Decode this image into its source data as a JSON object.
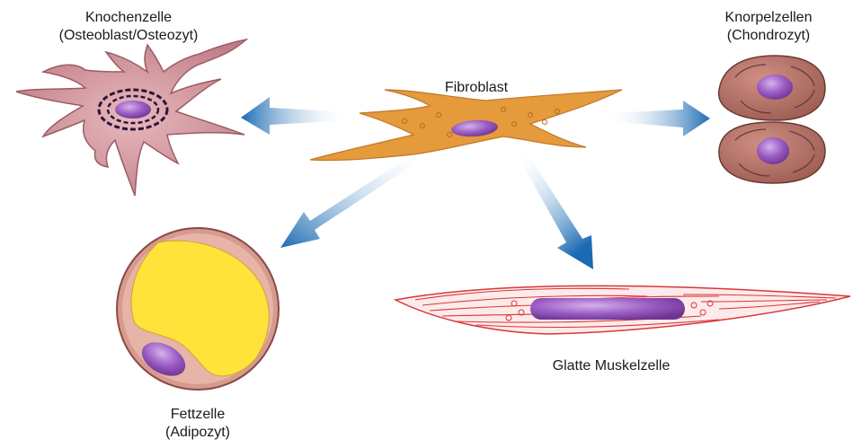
{
  "labels": {
    "bone_line1": "Knochenzelle",
    "bone_line2": "(Osteoblast/Osteozyt)",
    "fibroblast": "Fibroblast",
    "cartilage_line1": "Knorpelzellen",
    "cartilage_line2": "(Chondrozyt)",
    "fat_line1": "Fettzelle",
    "fat_line2": "(Adipozyt)",
    "muscle": "Glatte Muskelzelle"
  },
  "colors": {
    "arrow_dark": "#1a6bb3",
    "arrow_light": "#cfe2f3",
    "fibroblast": "#e59a3c",
    "bone_cell": "#c8868f",
    "cartilage_cell": "#a8655a",
    "fat_ring": "#d79a8f",
    "fat_lipid": "#ffe23a",
    "muscle_outline": "#d8383a",
    "nucleus": "#8e4fb5"
  }
}
